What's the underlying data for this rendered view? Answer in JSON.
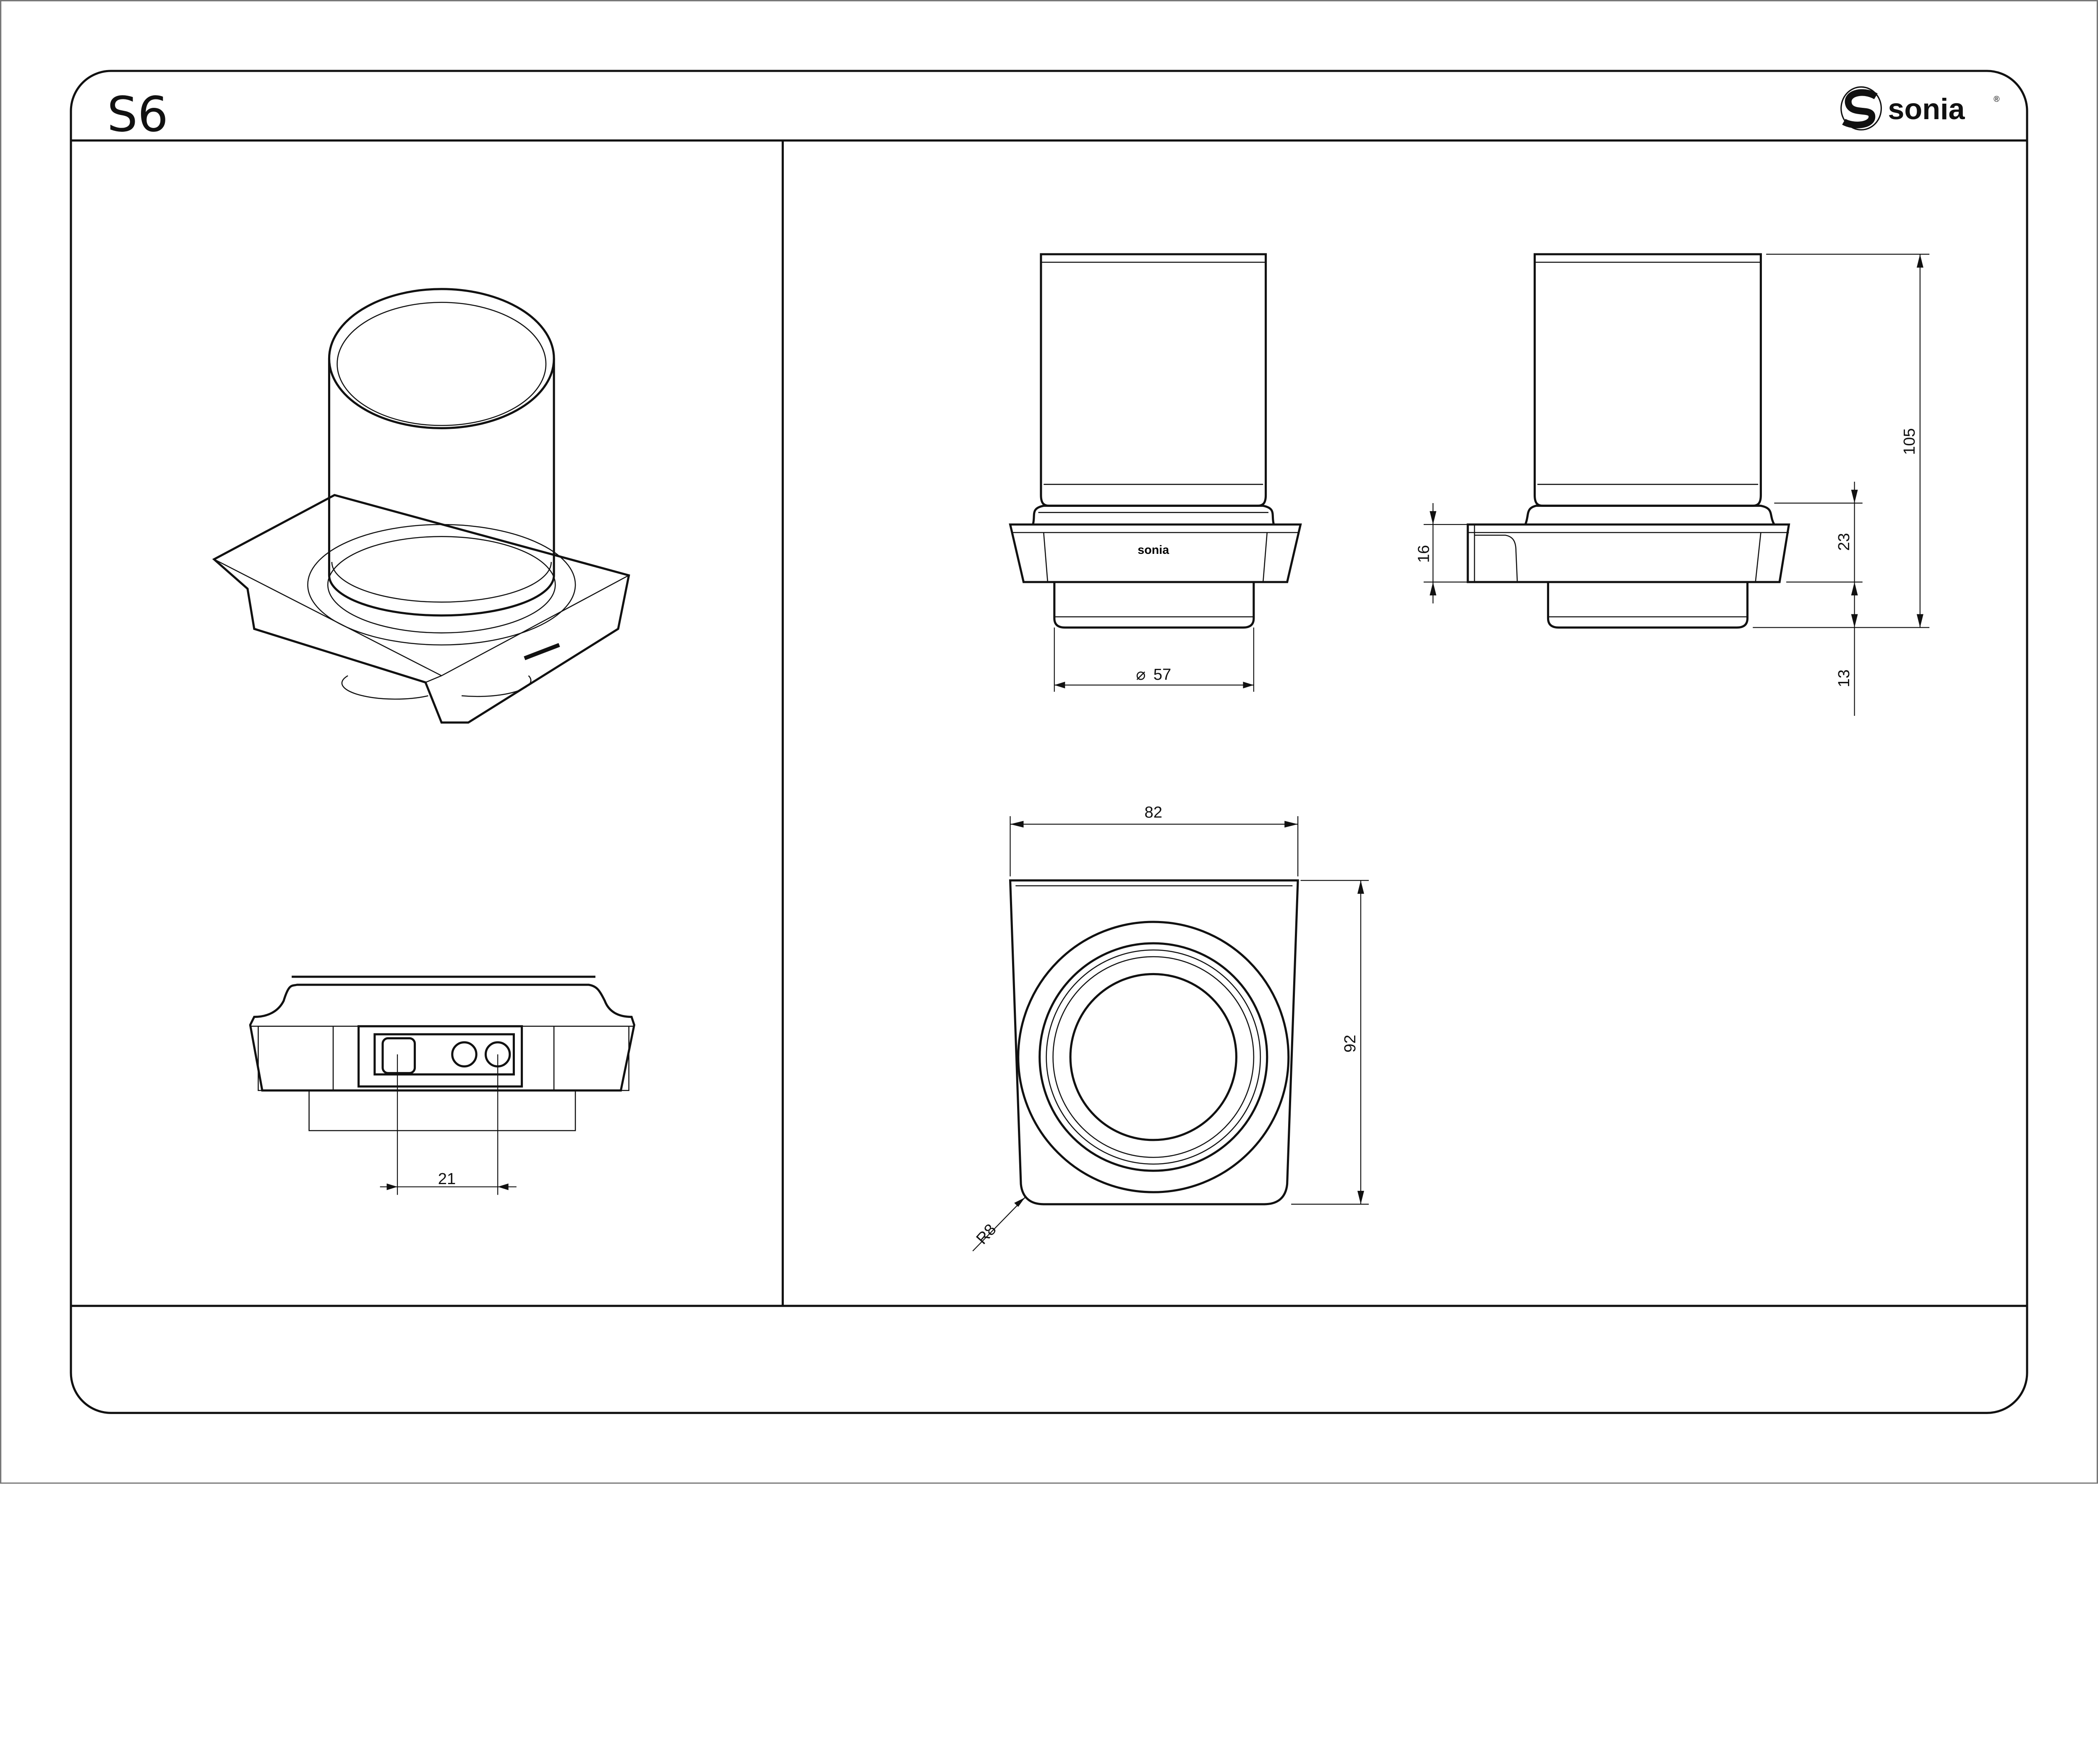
{
  "sheet": {
    "title": "S6",
    "brand": "sonia",
    "brand_mark": "®",
    "product_engraving": "sonia"
  },
  "dimensions": {
    "diameter": "57",
    "diameter_symbol": "⌀",
    "total_height": "105",
    "holder_height": "23",
    "tray_height": "16",
    "bottom_height": "13",
    "width": "82",
    "depth": "92",
    "radius": "R8",
    "hole_spacing": "21"
  },
  "colors": {
    "line": "#111111",
    "background": "#ffffff"
  }
}
